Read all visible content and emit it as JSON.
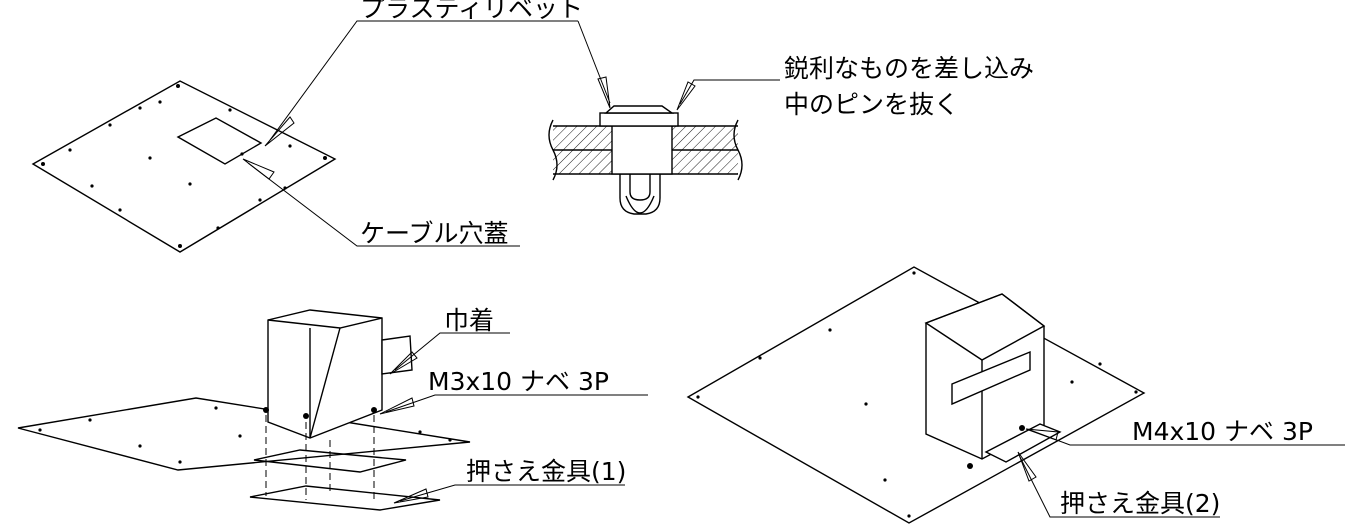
{
  "labels": {
    "plastic_rivet": "プラスティリベット",
    "rivet_instruction_line1": "鋭利なものを差し込み",
    "rivet_instruction_line2": "中のピンを抜く",
    "cable_hole_cover": "ケーブル穴蓋",
    "drawstring": "巾着",
    "screw_m3": "M3x10  ナベ  3P",
    "bracket_1": "押さえ金具(1)",
    "screw_m4": "M4x10  ナベ  3P",
    "bracket_2": "押さえ金具(2)"
  },
  "colors": {
    "line": "#000000",
    "background": "#ffffff"
  }
}
